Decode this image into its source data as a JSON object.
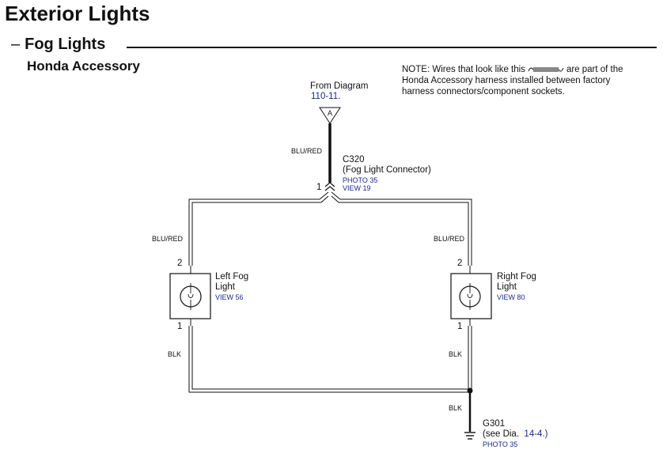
{
  "header": {
    "title": "Exterior Lights",
    "section": "Fog Lights",
    "subsection": "Honda Accessory"
  },
  "note": {
    "line1_before_icon": "NOTE: Wires that look like this",
    "line1_after_icon": "are part of the",
    "line2": "Honda Accessory harness installed between factory",
    "line3": "harness connectors/component sockets."
  },
  "source": {
    "from_label": "From  Diagram",
    "diagram_ref": "110-11.",
    "connector_letter": "A"
  },
  "connector_c320": {
    "id": "C320",
    "desc": "(Fog Light Connector)",
    "photo": "PHOTO 35",
    "view": "VIEW 19",
    "pin": "1"
  },
  "wire_colors": {
    "main_feed": "BLU/RED",
    "left_feed": "BLU/RED",
    "right_feed": "BLU/RED",
    "left_ground": "BLK",
    "right_ground": "BLK",
    "ground_drop": "BLK"
  },
  "left_fog": {
    "name_line1": "Left Fog",
    "name_line2": "Light",
    "view": "VIEW 56",
    "pin_top": "2",
    "pin_bottom": "1"
  },
  "right_fog": {
    "name_line1": "Right Fog",
    "name_line2": "Light",
    "view": "VIEW 80",
    "pin_top": "2",
    "pin_bottom": "1"
  },
  "ground": {
    "id": "G301",
    "see_text": "(see Dia.",
    "dia_ref": "14-4.)",
    "photo": "PHOTO 35"
  },
  "colors": {
    "wire": "#111111",
    "link_blue": "#1c2a8a",
    "background": "#ffffff"
  }
}
